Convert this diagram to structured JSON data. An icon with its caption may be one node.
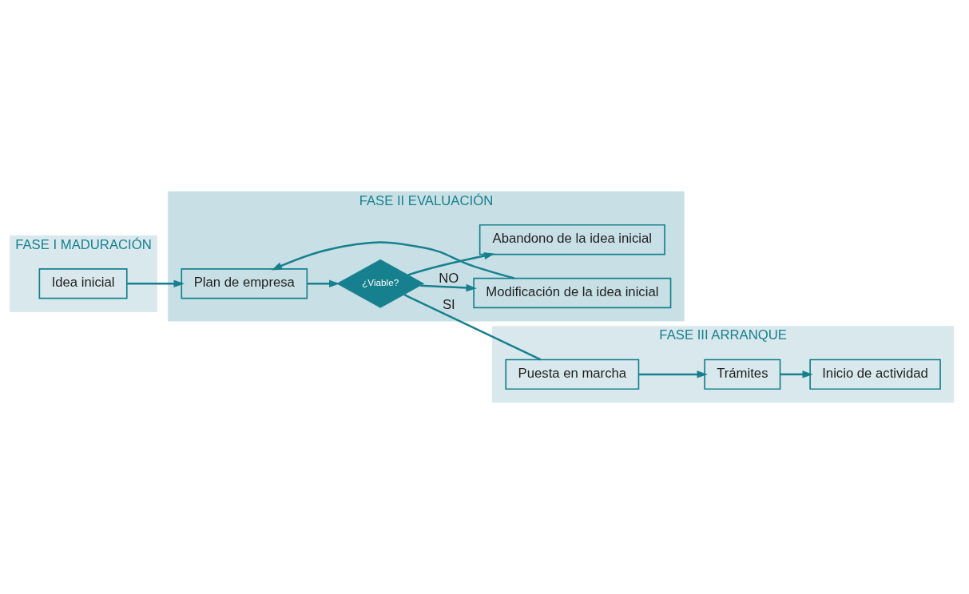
{
  "diagram": {
    "nodes": [
      {
        "text": [
          "FASE I MADURACIÓN"
        ]
      },
      {
        "text": [
          "Idea inicial"
        ],
        "in": 0
      },
      {
        "text": [
          "FASE II EVALUACIÓN"
        ]
      },
      {
        "text": [
          "Plan de empresa"
        ],
        "in": 2
      },
      {
        "text": [
          "¿Viable?"
        ],
        "in": 2
      },
      {
        "text": [
          "Modificación de la idea inicial"
        ],
        "in": 2
      },
      {
        "text": [
          "Abandono de la idea inicial"
        ],
        "in": 2
      },
      {
        "text": [
          "FASE III ARRANQUE"
        ]
      },
      {
        "text": [
          "Puesta en marcha"
        ],
        "in": 7
      },
      {
        "text": [
          "Trámites"
        ],
        "in": 7
      },
      {
        "text": [
          "Inicio de actividad"
        ],
        "in": 7
      }
    ],
    "edges": [
      {
        "from": 1,
        "to": 3,
        "arrow": "to"
      },
      {
        "from": 3,
        "to": 4,
        "arrow": "to"
      },
      {
        "from": 4,
        "to": 8,
        "arrow": "none",
        "label": "SI"
      },
      {
        "from": 4,
        "to": 5,
        "arrow": "to",
        "label": "NO"
      },
      {
        "from": 4,
        "to": 6,
        "arrow": "to"
      },
      {
        "from": 5,
        "to": 3,
        "arrow": "to"
      },
      {
        "from": 8,
        "to": 9,
        "arrow": "to"
      },
      {
        "from": 9,
        "to": 10,
        "arrow": "to"
      }
    ]
  }
}
